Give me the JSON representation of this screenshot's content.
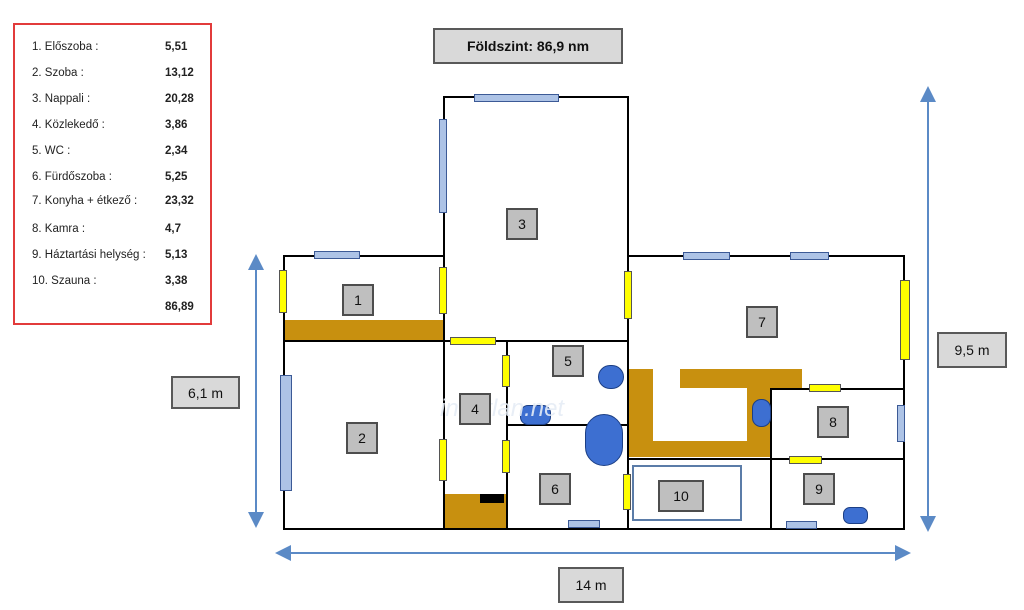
{
  "floor_title": "Földszint: 86,9 nm",
  "legend": [
    {
      "label": "1. Előszoba :",
      "value": "5,51"
    },
    {
      "label": "2. Szoba :",
      "value": "13,12"
    },
    {
      "label": "3. Nappali :",
      "value": "20,28"
    },
    {
      "label": "4. Közlekedő :",
      "value": "3,86"
    },
    {
      "label": "5. WC :",
      "value": "2,34"
    },
    {
      "label": "6. Fürdőszoba :",
      "value": "5,25"
    },
    {
      "label": "7. Konyha + étkező :",
      "value": "23,32"
    },
    {
      "label": "8. Kamra :",
      "value": "4,7"
    },
    {
      "label": "9. Háztartási helység :",
      "value": "5,13"
    },
    {
      "label": "10. Szauna :",
      "value": "3,38"
    }
  ],
  "legend_total": "86,89",
  "dimensions": {
    "width": "14 m",
    "depth_left": "6,1 m",
    "depth_right": "9,5 m"
  },
  "rooms": [
    "1",
    "2",
    "3",
    "4",
    "5",
    "6",
    "7",
    "8",
    "9",
    "10"
  ],
  "watermark": "ingatlan.net",
  "colors": {
    "legend_border": "#e23b3b",
    "window": "#adc3e6",
    "door": "#ffff00",
    "furniture": "#c8900f",
    "fixture": "#3d6fd1",
    "arrow": "#5b8ac6"
  }
}
